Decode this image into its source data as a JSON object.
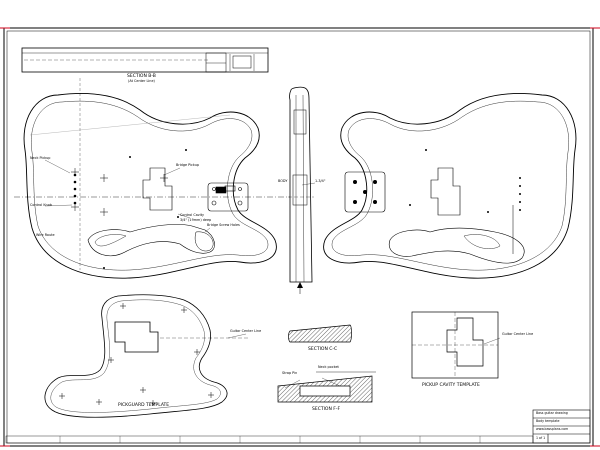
{
  "sheet": {
    "drawing_color": "#000000",
    "accent_color": "#d0021b",
    "background": "#ffffff"
  },
  "labels": {
    "section_bb": "SECTION B-B",
    "section_bb_sub": "(At Center Line)",
    "section_cc": "SECTION C-C",
    "section_ff": "SECTION F-F",
    "pickguard_template": "PICKGUARD TEMPLATE",
    "pickup_cavity_template": "PICKUP CAVITY TEMPLATE",
    "guitar_center_line_right": "Guitar Center Line",
    "guitar_center_line_pg": "Guitar Center Line",
    "bridge_pickup": "Bridge Pickup",
    "neck_pickup": "Neck Pickup",
    "control_cavity": "Control Cavity",
    "control_cavity_sub": "3/4\" (19mm) deep",
    "control_knob": "Control Knob",
    "body_depth_left": "BODY",
    "body_depth_right": "1-3/4\"",
    "neck_depth": "Neck pocket",
    "strap_pin": "Strap Pin",
    "bridge_screw": "Bridge Screw Holes",
    "wire_route": "Wire Route"
  },
  "title_block": {
    "line1": "Bass guitar drawing",
    "line2": "Body template",
    "line3": "www.bassplans.com",
    "sheet_no": "1 of 1"
  }
}
